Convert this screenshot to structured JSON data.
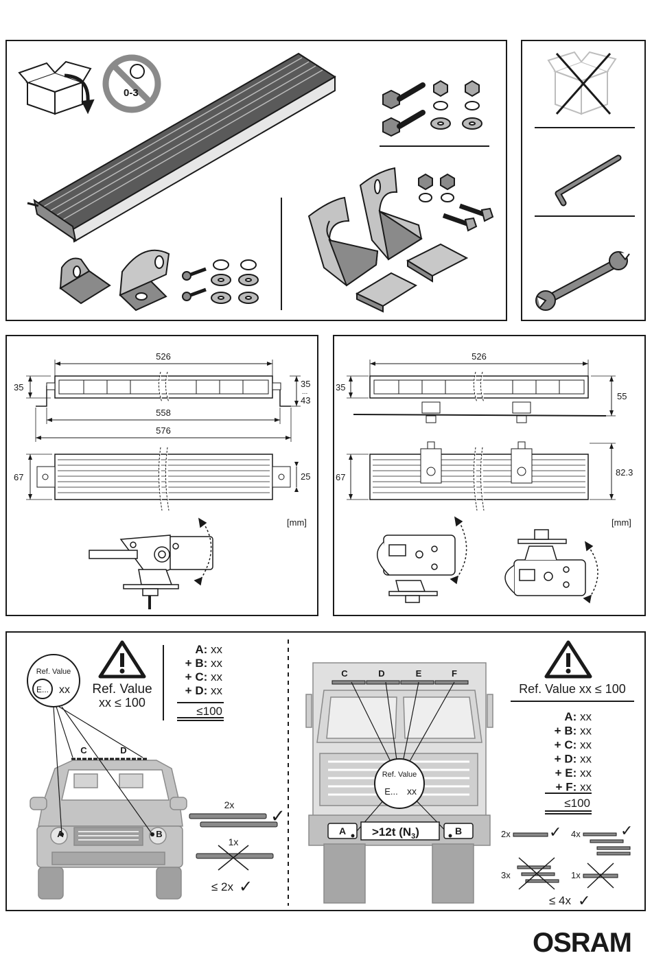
{
  "age_warning": "0-3",
  "dims_left": {
    "width_top": "526",
    "height_left": "35",
    "height_right_a": "35",
    "height_right_sep": "...",
    "height_right_b": "43",
    "bracket_width": "558",
    "total_width": "576",
    "depth": "67",
    "bracket_depth": "25",
    "unit": "[mm]"
  },
  "dims_right": {
    "width_top": "526",
    "height_left": "35",
    "height_right": "55",
    "depth": "67",
    "depth_right": "82.3",
    "unit": "[mm]"
  },
  "ref_left": {
    "bubble_title": "Ref. Value",
    "bubble_code": "E...",
    "bubble_value": "xx",
    "ref_label": "Ref. Value",
    "ref_limit": "xx ≤ 100",
    "sum": [
      {
        "prefix": "",
        "key": "A:",
        "val": "xx"
      },
      {
        "prefix": "+",
        "key": "B:",
        "val": "xx"
      },
      {
        "prefix": "+",
        "key": "C:",
        "val": "xx"
      },
      {
        "prefix": "+",
        "key": "D:",
        "val": "xx"
      }
    ],
    "total": "≤100",
    "lamp_labels": [
      "A",
      "B",
      "C",
      "D"
    ],
    "count_ok": "2x",
    "count_bad": "1x",
    "rule": "≤ 2x"
  },
  "ref_right": {
    "ref_line": "Ref. Value xx ≤ 100",
    "sum": [
      {
        "prefix": "",
        "key": "A:",
        "val": "xx"
      },
      {
        "prefix": "+",
        "key": "B:",
        "val": "xx"
      },
      {
        "prefix": "+",
        "key": "C:",
        "val": "xx"
      },
      {
        "prefix": "+",
        "key": "D:",
        "val": "xx"
      },
      {
        "prefix": "+",
        "key": "E:",
        "val": "xx"
      },
      {
        "prefix": "+",
        "key": "F:",
        "val": "xx"
      }
    ],
    "total": "≤100",
    "bubble_title": "Ref. Value",
    "bubble_code": "E...",
    "bubble_value": "xx",
    "top_labels": [
      "C",
      "D",
      "E",
      "F"
    ],
    "plate_a": "A",
    "plate_b": "B",
    "weight": ">12t (N",
    "weight_sub": "3",
    "weight_end": ")",
    "count_ok_a": "2x",
    "count_ok_b": "4x",
    "count_bad_a": "3x",
    "count_bad_b": "1x",
    "rule": "≤ 4x"
  },
  "brand": "OSRAM"
}
